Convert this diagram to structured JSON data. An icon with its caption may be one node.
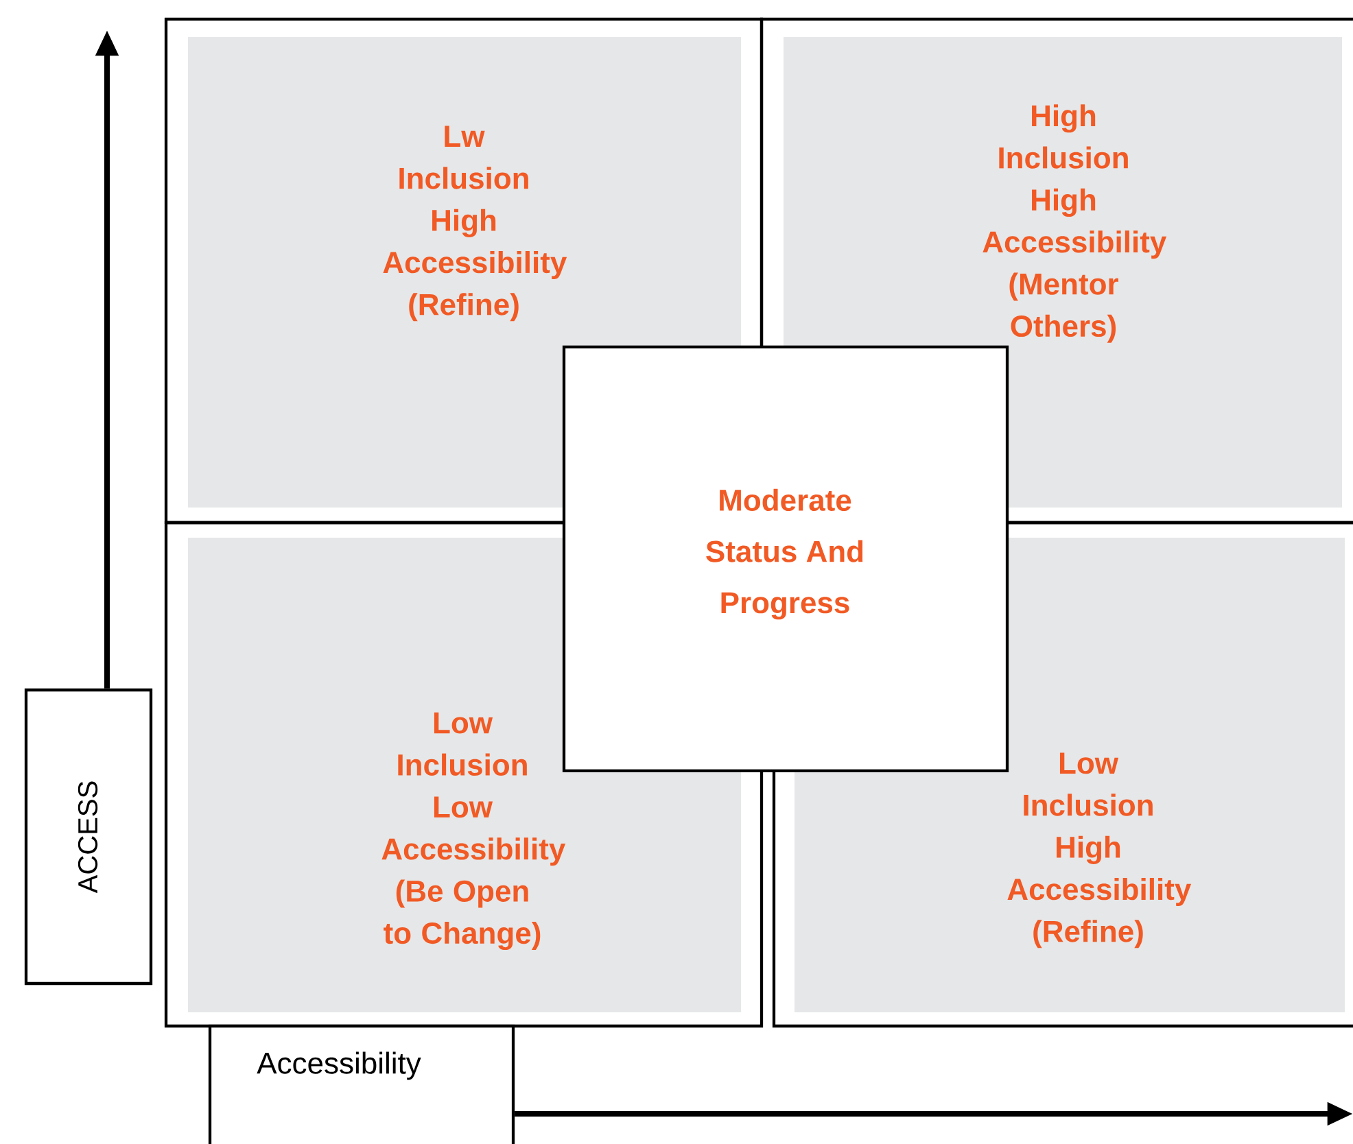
{
  "diagram": {
    "nodes": [
      {
        "text": [
          "Lw Inclusion High Accessibility",
          "(Refine)"
        ]
      },
      {
        "text": [
          "High Inclusion High Accessibility",
          "(Mentor Others)"
        ]
      },
      {
        "text": [
          "Low Inclusion Low Accessibility",
          "(Be Open to Change)"
        ]
      },
      {
        "text": [
          "Low Inclusion High Accessibility",
          "(Refine)"
        ]
      },
      {
        "text": [
          "Moderate Status And Progress"
        ]
      },
      {
        "text": [
          "ACCESS"
        ]
      },
      {
        "text": [
          "Accessibility"
        ]
      }
    ],
    "edges": [
      {
        "from": 5,
        "to": null,
        "arrow": "to"
      },
      {
        "from": 6,
        "to": null,
        "arrow": "to"
      }
    ]
  }
}
